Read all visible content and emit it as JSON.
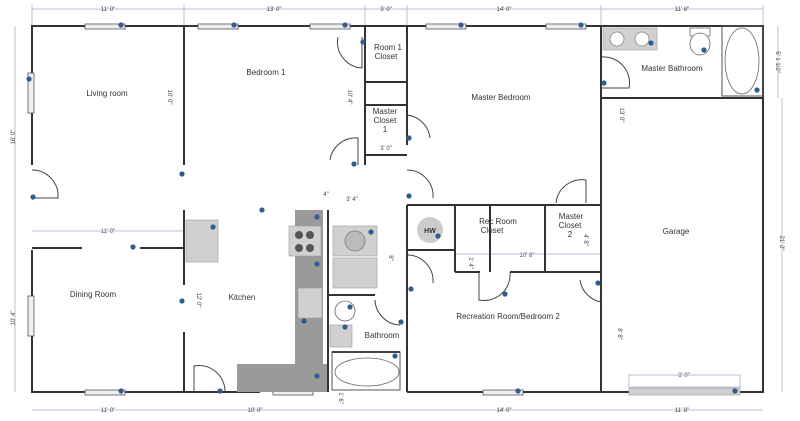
{
  "rooms": {
    "living_room": "Living room",
    "bedroom_1": "Bedroom 1",
    "room1_closet_a": "Room 1",
    "room1_closet_b": "Closet",
    "master_closet1_a": "Master",
    "master_closet1_b": "Closet",
    "master_closet1_c": "1",
    "master_bedroom": "Master Bedroom",
    "master_bathroom": "Master Bathroom",
    "dining_room": "Dining Room",
    "kitchen": "Kitchen",
    "bathroom": "Bathroom",
    "hw": "HW",
    "rec_closet_a": "Rec Room",
    "rec_closet_b": "Closet",
    "master_closet2_a": "Master",
    "master_closet2_b": "Closet",
    "master_closet2_c": "2",
    "garage": "Garage",
    "recreation": "Recreation Room/Bedroom 2"
  },
  "dimensions": {
    "top": [
      "11' 0\"",
      "13' 0\"",
      "3' 0\"",
      "14' 0\"",
      "11' 8\""
    ],
    "bottom": [
      "11' 0\"",
      "10' 0\"",
      "14' 0\"",
      "11' 8\""
    ],
    "left_upper": "16' 0\"",
    "left_lower": "10' 4\"",
    "living_height": "10' 0\"",
    "bedroom_height": "10' 4\"",
    "closet_width": "3' 0\"",
    "master_height": "13' 0\"",
    "master_bath_height": "5' 1 1/2\"",
    "right_total": "21' 2\"",
    "dining_width": "11' 0\"",
    "kitchen_height": "12' 0\"",
    "laundry_width": "3' 4\"",
    "laundry_wall": "4\"",
    "laundry_gap": "8\"",
    "rec_closet_gap": "1' 4\"",
    "rec_closet_width": "10' 8\"",
    "closet2_height": "4' 8\"",
    "rec_height": "8' 8\"",
    "garage_door": "8' 0\"",
    "bath_gap": "1' 6\""
  }
}
